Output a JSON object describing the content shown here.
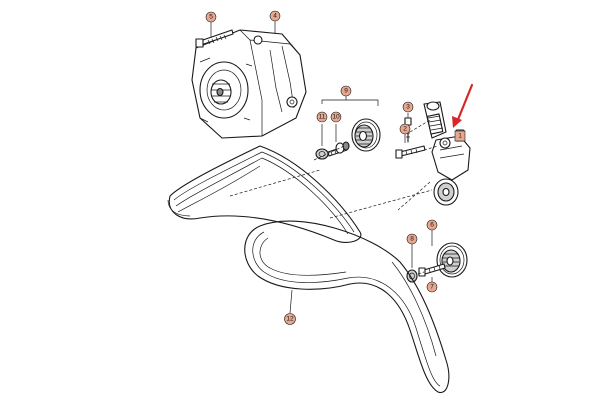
{
  "diagram": {
    "parts": {
      "p1": "1",
      "p2": "2",
      "p3": "3",
      "p4": "4",
      "p5": "5",
      "p6": "6",
      "p7": "7",
      "p8": "8",
      "p9": "9",
      "p10": "10",
      "p11": "11",
      "p12": "12"
    },
    "colors": {
      "callout_badge": "#e8a890",
      "highlight_arrow": "#d62828",
      "line": "#1a1a1a"
    }
  }
}
